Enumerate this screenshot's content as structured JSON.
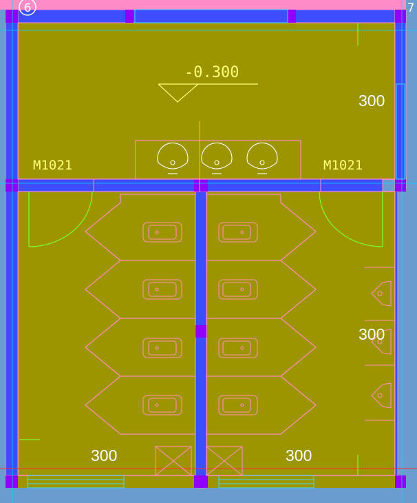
{
  "grid_axes": {
    "left": "6",
    "right": "7"
  },
  "level_mark": {
    "value": "-0.300"
  },
  "door_tags": {
    "left": "M1021",
    "right": "M1021"
  },
  "dimensions": {
    "right_upper": "300",
    "right_middle": "300",
    "bottom_left": "300",
    "bottom_right": "300"
  },
  "colors": {
    "room_fill": "#9c9500",
    "wall": "#3d4dff",
    "column": "#8f00ff",
    "fixture_line": "#ff8fb4",
    "door_arc": "#7cff2a",
    "annotation": "#ffff7a",
    "border_pink": "#ff8cc8"
  },
  "fixtures": {
    "wash_basins": 3,
    "toilet_stalls_per_side": 4,
    "urinals": 3,
    "floor_drains": 2
  }
}
